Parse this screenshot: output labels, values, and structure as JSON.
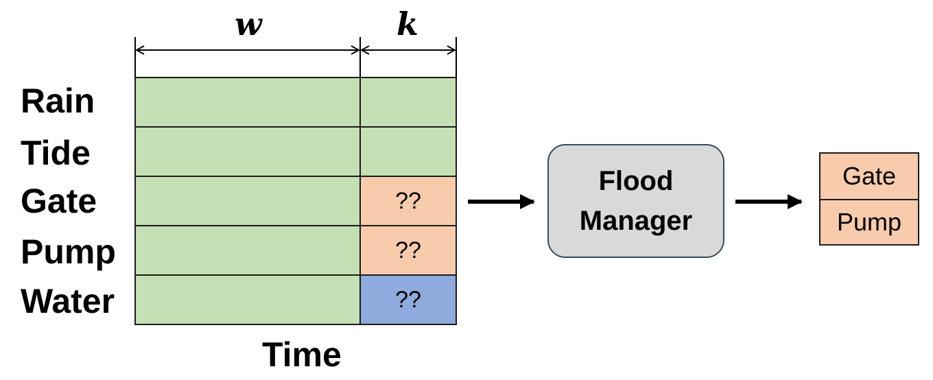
{
  "header": {
    "w_label": "w",
    "k_label": "k"
  },
  "rows": [
    {
      "label": "Rain",
      "future_text": "",
      "future_state": "known"
    },
    {
      "label": "Tide",
      "future_text": "",
      "future_state": "known"
    },
    {
      "label": "Gate",
      "future_text": "??",
      "future_state": "control"
    },
    {
      "label": "Pump",
      "future_text": "??",
      "future_state": "control"
    },
    {
      "label": "Water",
      "future_text": "??",
      "future_state": "predicted"
    }
  ],
  "axis": {
    "time_label": "Time"
  },
  "manager": {
    "line1": "Flood",
    "line2": "Manager"
  },
  "outputs": [
    {
      "label": "Gate"
    },
    {
      "label": "Pump"
    }
  ],
  "colors": {
    "history": "#c5e0b4",
    "known_future": "#c5e0b4",
    "control": "#f8cbad",
    "predicted": "#8faadc",
    "manager_fill": "#d9d9d9",
    "output_fill": "#f8cbad"
  }
}
